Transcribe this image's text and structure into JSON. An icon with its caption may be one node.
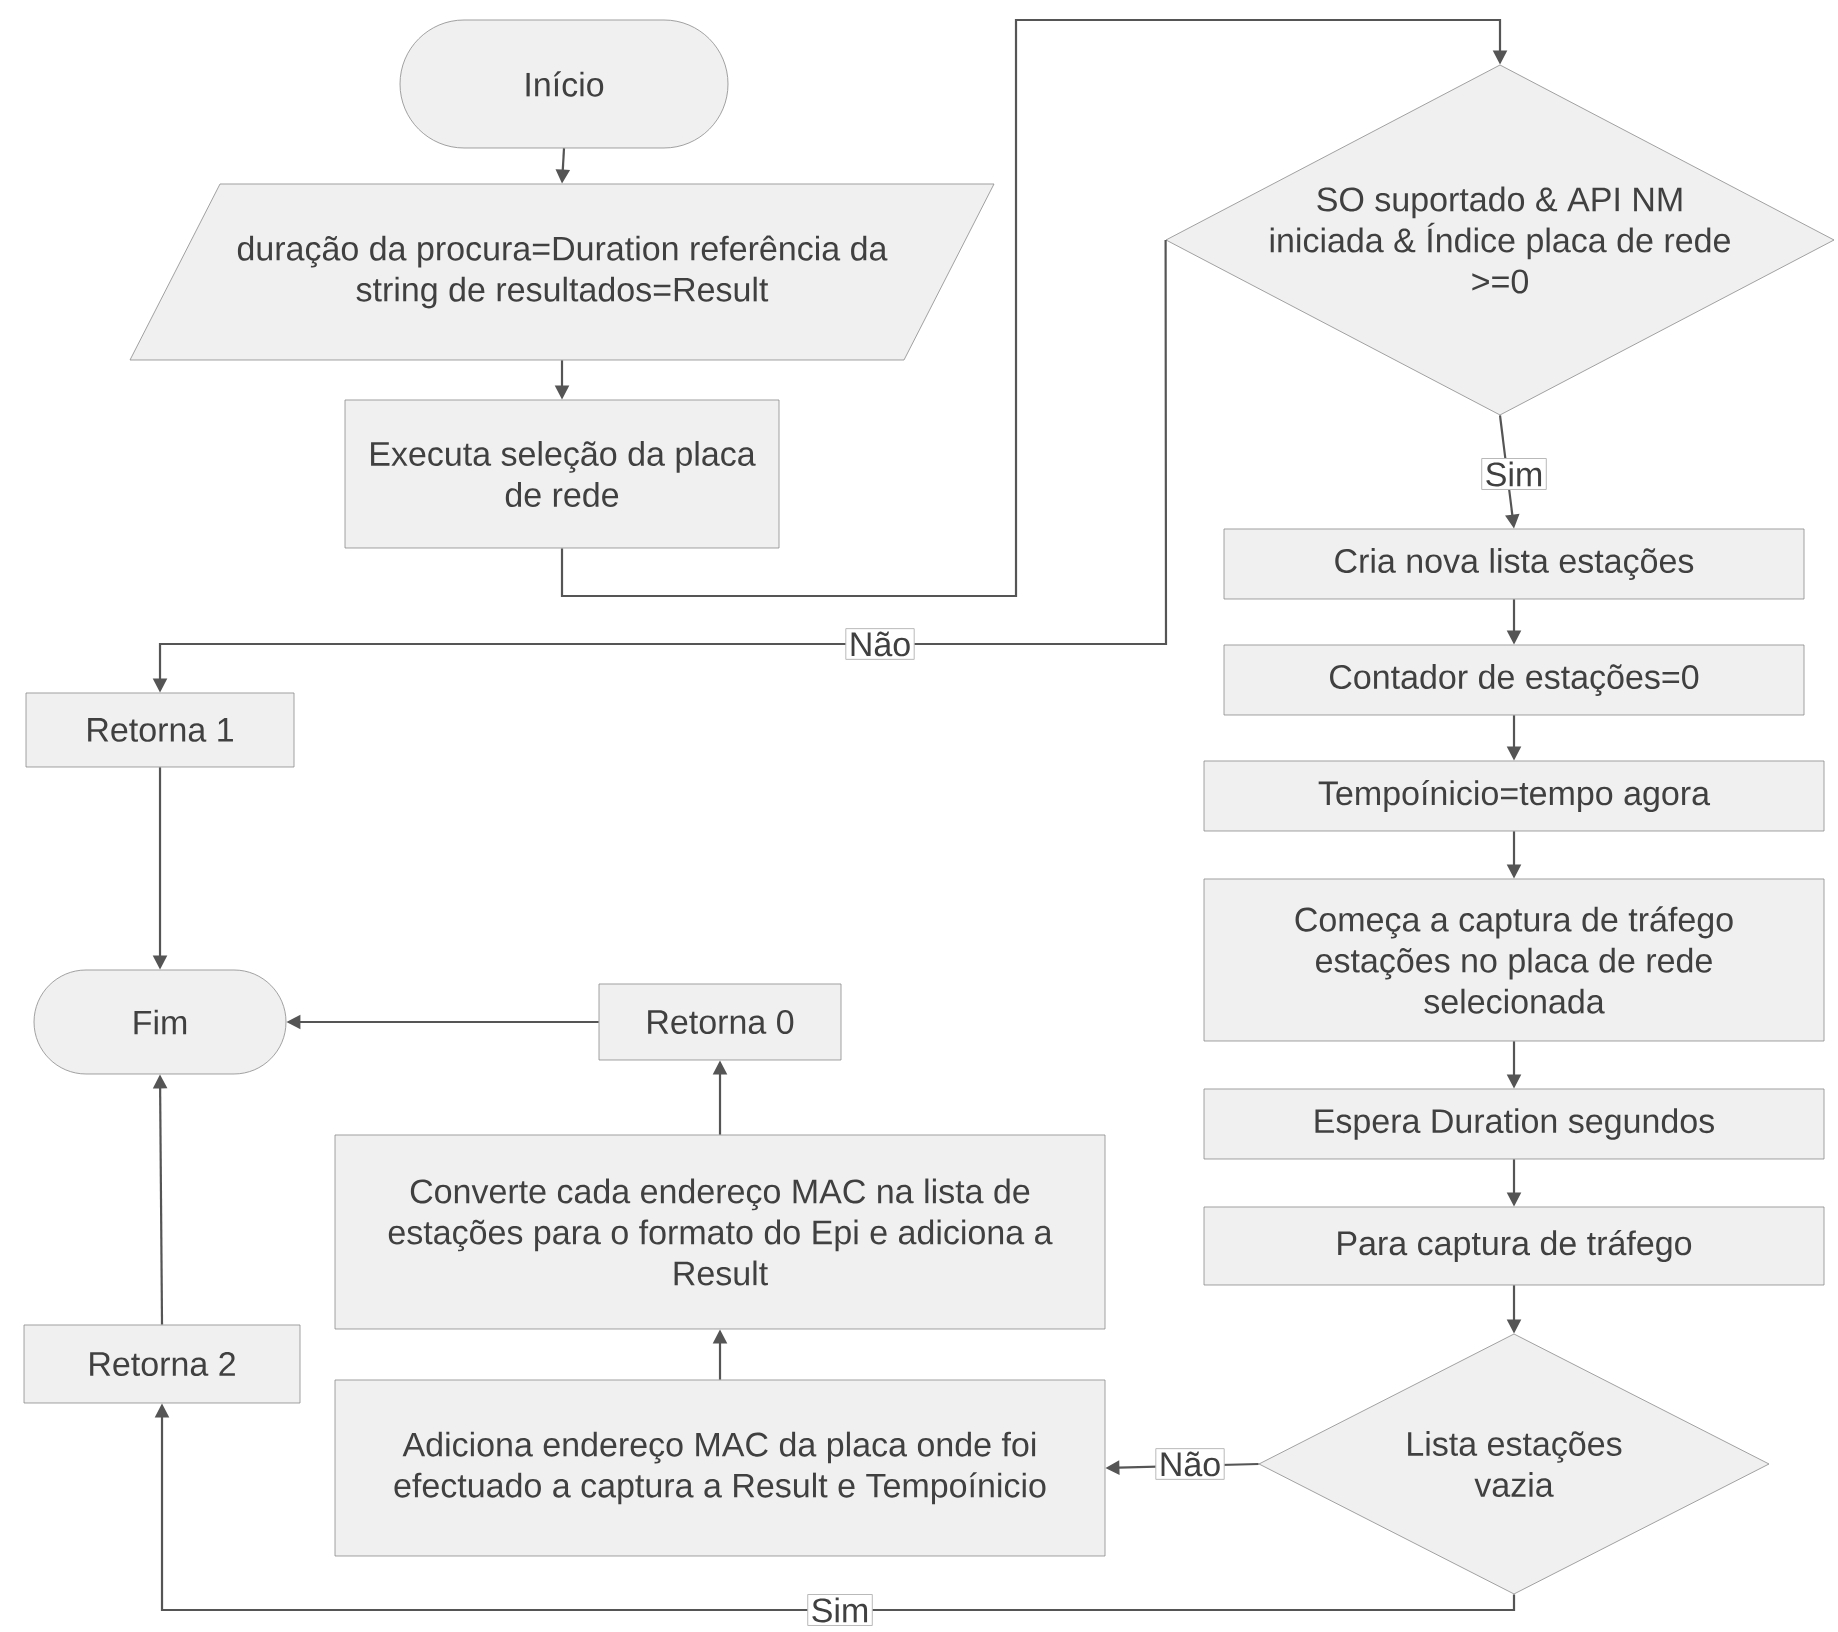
{
  "diagram": {
    "nodes": [
      {
        "text": [
          "Início"
        ]
      },
      {
        "text": [
          "duração da procura=Duration referência da string de resultados=Result"
        ]
      },
      {
        "text": [
          "Executa seleção da placa de rede"
        ]
      },
      {
        "text": [
          "SO suportado & API NM iniciada & Índice placa de rede >=0"
        ]
      },
      {
        "text": [
          "Retorna 1"
        ]
      },
      {
        "text": [
          "Cria nova lista estações"
        ]
      },
      {
        "text": [
          "Contador de estações=0"
        ]
      },
      {
        "text": [
          "Tempoínicio=tempo agora"
        ]
      },
      {
        "text": [
          "Começa a captura de tráfego estações no placa de rede selecionada"
        ]
      },
      {
        "text": [
          "Espera Duration segundos"
        ]
      },
      {
        "text": [
          "Para captura de tráfego"
        ]
      },
      {
        "text": [
          "Lista estações vazia"
        ]
      },
      {
        "text": [
          "Fim"
        ]
      },
      {
        "text": [
          "Retorna 0"
        ]
      },
      {
        "text": [
          "Converte cada endereço MAC na lista de estações para o formato do Epi e adiciona a Result"
        ]
      },
      {
        "text": [
          "Adiciona endereço MAC da placa onde foi efectuado a captura a Result e Tempoínicio"
        ]
      },
      {
        "text": [
          "Retorna 2"
        ]
      }
    ],
    "edges": [
      {
        "from": 0,
        "to": 1,
        "arrow": "to"
      },
      {
        "from": 1,
        "to": 2,
        "arrow": "to"
      },
      {
        "from": 2,
        "to": 3,
        "arrow": "to"
      },
      {
        "from": 3,
        "to": 4,
        "arrow": "to",
        "label": "Não"
      },
      {
        "from": 3,
        "to": 5,
        "arrow": "to",
        "label": "Sim"
      },
      {
        "from": 5,
        "to": 6,
        "arrow": "to"
      },
      {
        "from": 6,
        "to": 7,
        "arrow": "to"
      },
      {
        "from": 7,
        "to": 8,
        "arrow": "to"
      },
      {
        "from": 8,
        "to": 9,
        "arrow": "to"
      },
      {
        "from": 9,
        "to": 10,
        "arrow": "to"
      },
      {
        "from": 10,
        "to": 11,
        "arrow": "to"
      },
      {
        "from": 11,
        "to": 15,
        "arrow": "to",
        "label": "Não"
      },
      {
        "from": 15,
        "to": 14,
        "arrow": "to"
      },
      {
        "from": 14,
        "to": 13,
        "arrow": "to"
      },
      {
        "from": 13,
        "to": 12,
        "arrow": "to"
      },
      {
        "from": 4,
        "to": 12,
        "arrow": "to"
      },
      {
        "from": 16,
        "to": 12,
        "arrow": "to"
      },
      {
        "from": 11,
        "to": 16,
        "arrow": "to",
        "label": "Sim"
      }
    ]
  }
}
